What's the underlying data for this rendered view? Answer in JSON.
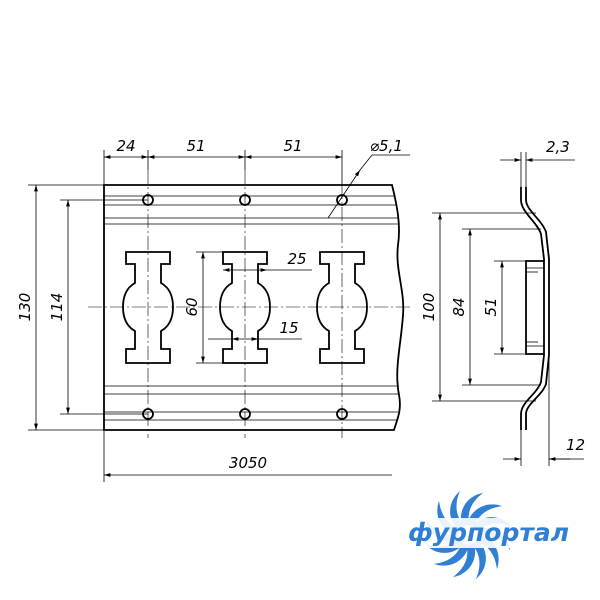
{
  "drawing": {
    "dimensions": {
      "pitch_first": "24",
      "pitch_a": "51",
      "pitch_b": "51",
      "hole_dia": "⌀5,1",
      "thickness": "2,3",
      "height_total": "130",
      "height_holes": "114",
      "slot_height": "60",
      "slot_width": "25",
      "slot_neck": "15",
      "profile_height": "100",
      "profile_inner": "84",
      "profile_step": "51",
      "profile_depth": "12",
      "length": "3050"
    }
  },
  "brand": {
    "name": "фурпортал",
    "color": "#2f7fd3"
  }
}
